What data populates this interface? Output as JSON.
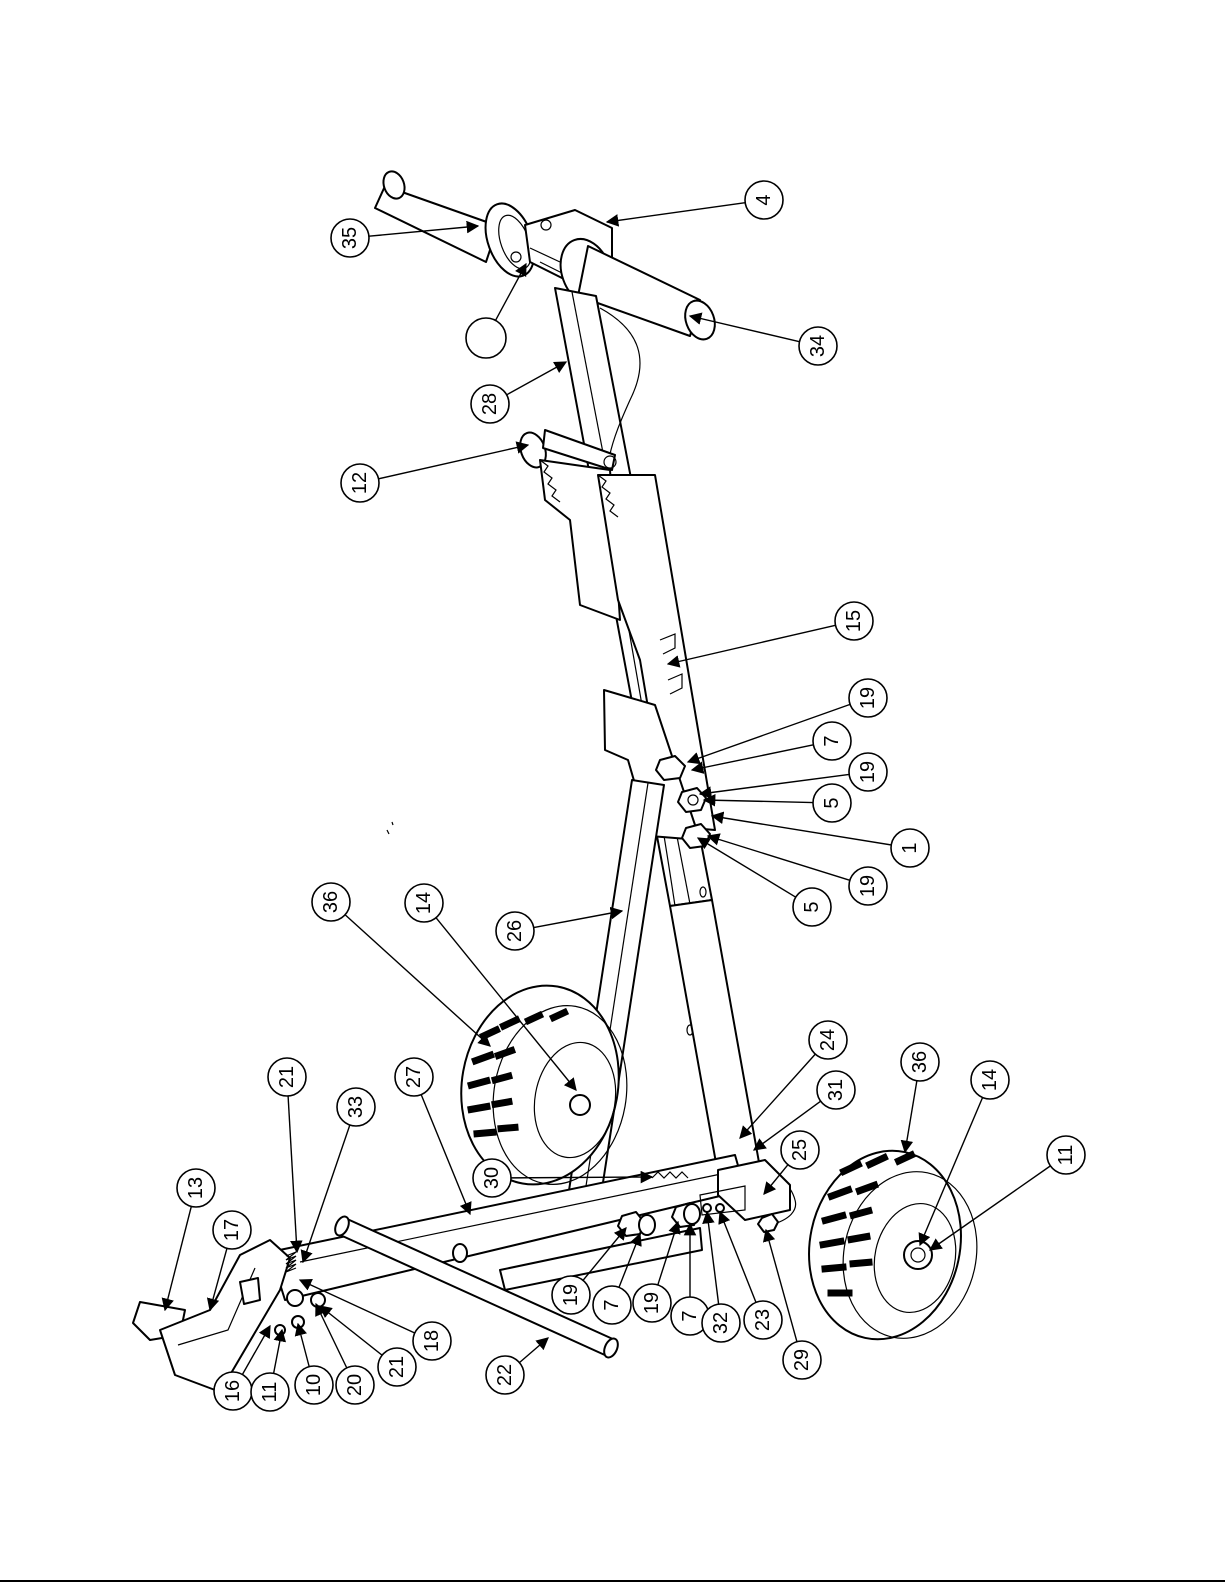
{
  "callouts": [
    {
      "label": "35",
      "id": "callout-35"
    },
    {
      "label": "4",
      "id": "callout-4"
    },
    {
      "label": "",
      "id": "callout-blank"
    },
    {
      "label": "34",
      "id": "callout-34"
    },
    {
      "label": "28",
      "id": "callout-28"
    },
    {
      "label": "12",
      "id": "callout-12"
    },
    {
      "label": "15",
      "id": "callout-15"
    },
    {
      "label": "19",
      "id": "callout-19-a"
    },
    {
      "label": "7",
      "id": "callout-7-a"
    },
    {
      "label": "19",
      "id": "callout-19-b"
    },
    {
      "label": "5",
      "id": "callout-5-a"
    },
    {
      "label": "1",
      "id": "callout-1"
    },
    {
      "label": "19",
      "id": "callout-19-c"
    },
    {
      "label": "5",
      "id": "callout-5-b"
    },
    {
      "label": "36",
      "id": "callout-36-a"
    },
    {
      "label": "14",
      "id": "callout-14-a"
    },
    {
      "label": "26",
      "id": "callout-26"
    },
    {
      "label": "24",
      "id": "callout-24"
    },
    {
      "label": "36",
      "id": "callout-36-b"
    },
    {
      "label": "14",
      "id": "callout-14-b"
    },
    {
      "label": "31",
      "id": "callout-31"
    },
    {
      "label": "11",
      "id": "callout-11-a"
    },
    {
      "label": "21",
      "id": "callout-21-a"
    },
    {
      "label": "33",
      "id": "callout-33"
    },
    {
      "label": "27",
      "id": "callout-27"
    },
    {
      "label": "30",
      "id": "callout-30"
    },
    {
      "label": "25",
      "id": "callout-25"
    },
    {
      "label": "13",
      "id": "callout-13"
    },
    {
      "label": "17",
      "id": "callout-17"
    },
    {
      "label": "19",
      "id": "callout-19-d"
    },
    {
      "label": "7",
      "id": "callout-7-b"
    },
    {
      "label": "19",
      "id": "callout-19-e"
    },
    {
      "label": "7",
      "id": "callout-7-c"
    },
    {
      "label": "32",
      "id": "callout-32"
    },
    {
      "label": "23",
      "id": "callout-23"
    },
    {
      "label": "29",
      "id": "callout-29"
    },
    {
      "label": "18",
      "id": "callout-18"
    },
    {
      "label": "22",
      "id": "callout-22"
    },
    {
      "label": "16",
      "id": "callout-16"
    },
    {
      "label": "11",
      "id": "callout-11-b"
    },
    {
      "label": "10",
      "id": "callout-10"
    },
    {
      "label": "20",
      "id": "callout-20"
    },
    {
      "label": "21",
      "id": "callout-21-b"
    }
  ]
}
